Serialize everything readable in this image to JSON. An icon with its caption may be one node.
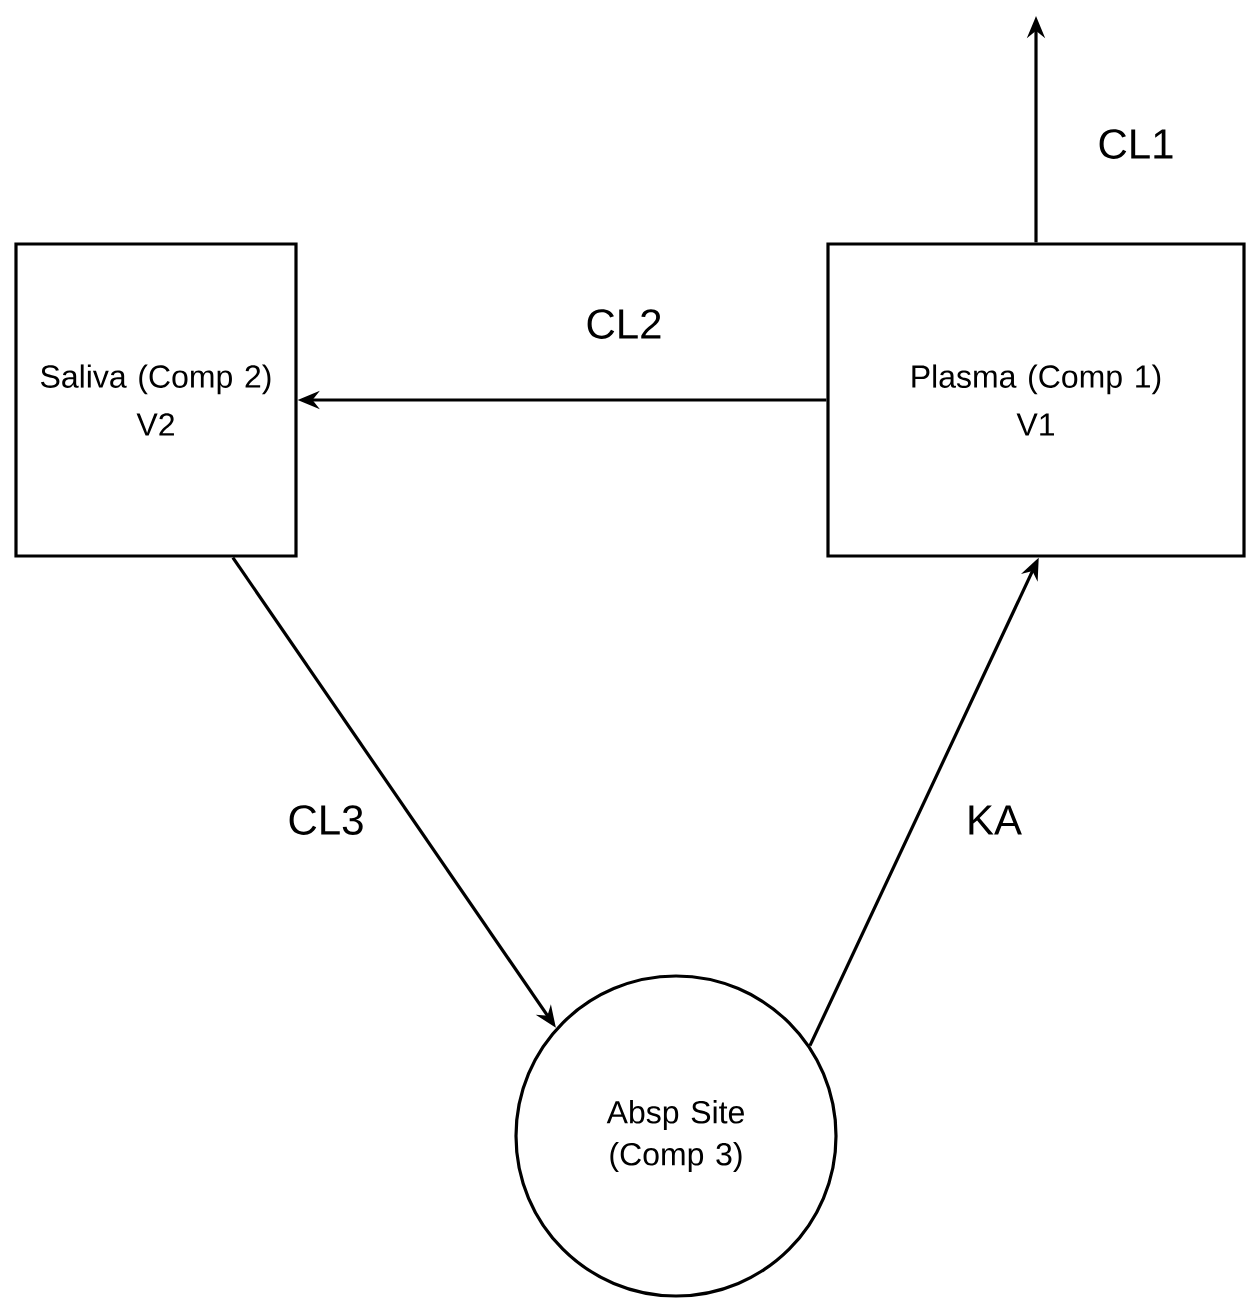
{
  "diagram": {
    "nodes": [
      {
        "text": [
          "Saliva (Comp 2)",
          "V2"
        ]
      },
      {
        "text": [
          "Plasma (Comp 1)",
          "V1"
        ]
      },
      {
        "text": [
          "Absp Site (Comp 3)"
        ]
      }
    ],
    "edges": [
      {
        "from": 1,
        "to": null,
        "label": "CL1",
        "arrow": "to"
      },
      {
        "from": 1,
        "to": 0,
        "label": "CL2",
        "arrow": "to"
      },
      {
        "from": 0,
        "to": 2,
        "label": "CL3",
        "arrow": "to"
      },
      {
        "from": 2,
        "to": 1,
        "label": "KA",
        "arrow": "to"
      }
    ]
  }
}
